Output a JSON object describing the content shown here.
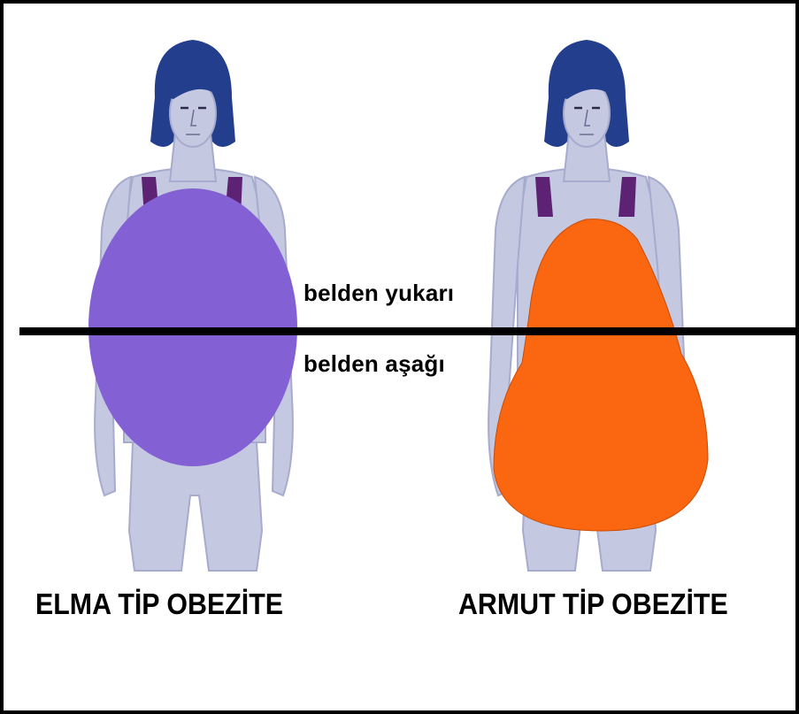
{
  "labels": {
    "above_waist": "belden yukarı",
    "below_waist": "belden aşağı"
  },
  "captions": {
    "apple": "ELMA TİP OBEZİTE",
    "pear": "ARMUT TİP OBEZİTE"
  },
  "colors": {
    "frame": "#000000",
    "waist_line": "#000000",
    "body_skin": "#c5c8e1",
    "body_outline": "#a7abcd",
    "hair": "#243e8e",
    "swimsuit": "#5d2273",
    "apple_fat": "#8360d3",
    "pear_fat": "#fb6710"
  }
}
